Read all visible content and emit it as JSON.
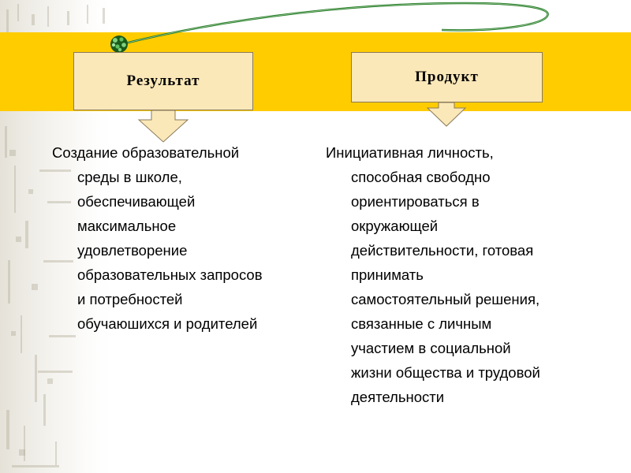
{
  "slide": {
    "colors": {
      "band": "#ffcc00",
      "box_fill": "#fbe8b8",
      "arc": "#2f8a2f"
    },
    "result": {
      "title": "Результат",
      "lines": [
        "Создание образовательной",
        "среды в школе,",
        "обеспечивающей",
        "максимальное",
        "удовлетворение",
        "образовательных запросов",
        "и потребностей",
        "обучаюшихся и родителей"
      ]
    },
    "product": {
      "title": "Продукт",
      "lines": [
        "Инициативная личность,",
        "способная свободно",
        "ориентироваться в",
        "окружающей",
        "действительности, готовая",
        "принимать",
        "самостоятельный решения,",
        "связанные с личным",
        "участием в социальной",
        "жизни общества и трудовой",
        "деятельности"
      ]
    }
  }
}
